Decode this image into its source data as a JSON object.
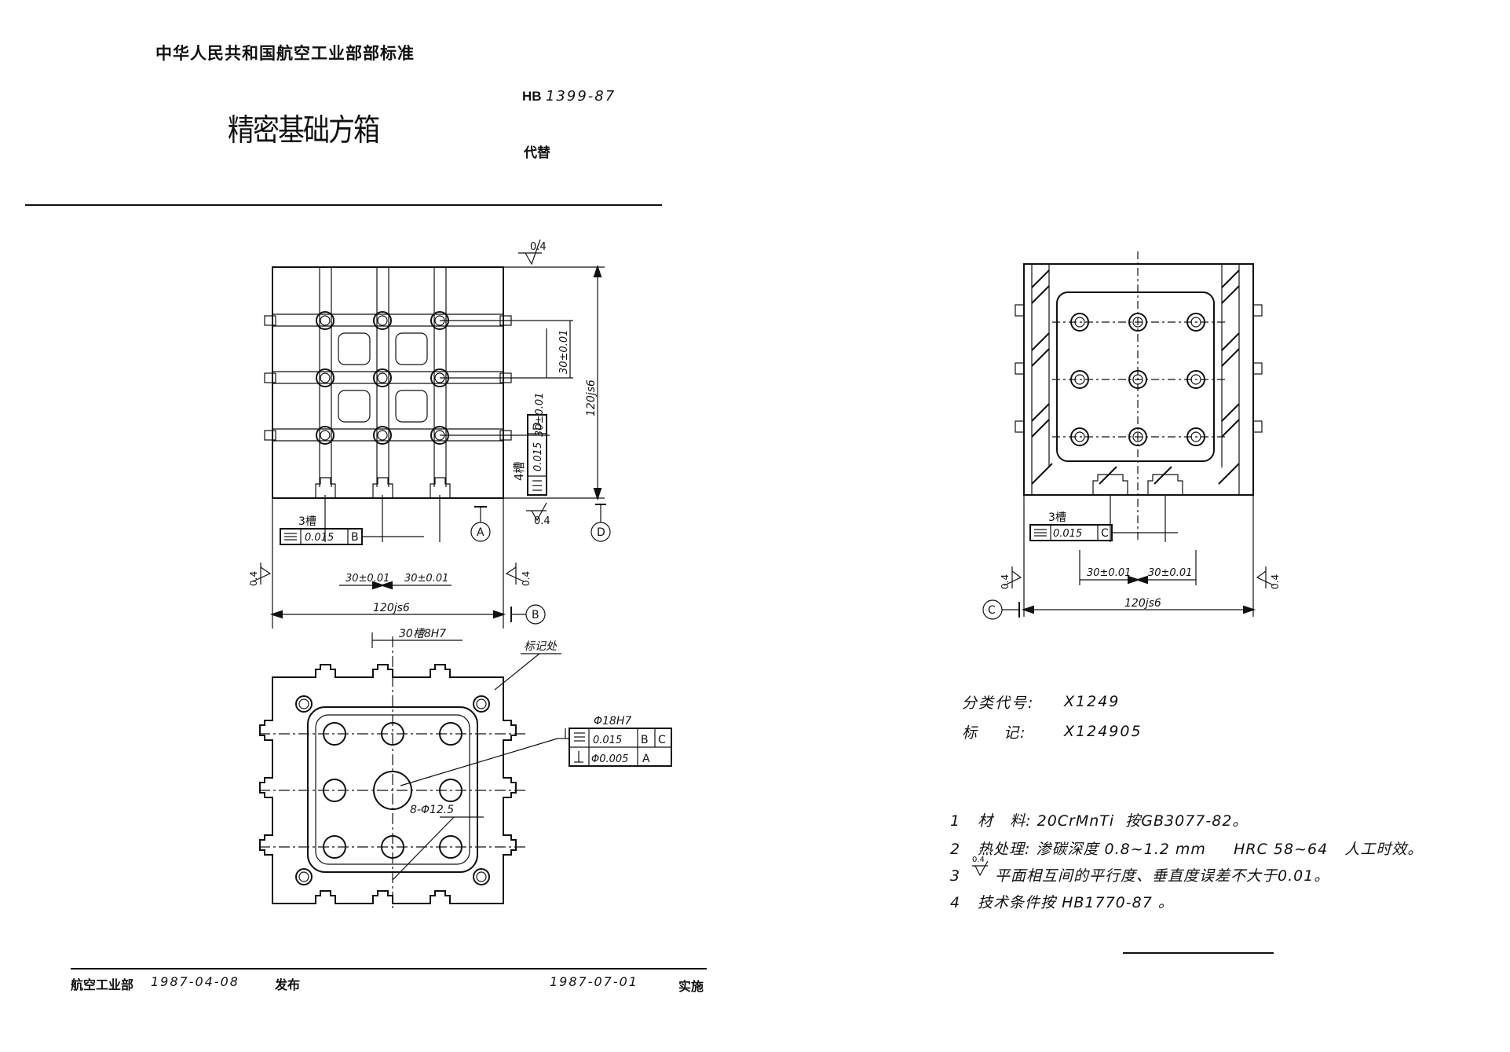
{
  "header": {
    "organization": "中华人民共和国航空工业部部标准",
    "title": "精密基础方箱",
    "code_prefix": "HB",
    "code_number": "1399-87",
    "replaces_label": "代替"
  },
  "drawing_labels": {
    "surface_roughness": "0.4",
    "slot_4": "4槽",
    "slot_3_left": "3槽",
    "slot_3_right": "3槽",
    "tol_flat_1": "0.015",
    "datum_D": "D",
    "datum_B": "B",
    "datum_A": "A",
    "datum_C": "C",
    "dim_30_a": "30±0.01",
    "dim_30_b": "30±0.01",
    "dim_30_c": "30±0.01",
    "dim_30_d": "30±0.01",
    "dim_30_e": "30±0.01",
    "dim_30_f": "30±0.01",
    "dim_120_v": "120js6",
    "dim_120_h": "120js6",
    "dim_120_r": "120js6",
    "slot_spec": "30槽8H7",
    "mark_position": "标记处",
    "hole_spec": "Φ18H7",
    "tol_flat_2": "0.015",
    "tol_perp": "Φ0.005",
    "hole_pattern": "8-Φ12.5",
    "tol_flat_3": "0.015"
  },
  "classification": {
    "code_label": "分类代号:",
    "code_value": "X1249",
    "mark_label": "标    记:",
    "mark_value": "X124905"
  },
  "notes": [
    {
      "num": "1",
      "text": "材   料: 20CrMnTi  按GB3077-82。"
    },
    {
      "num": "2",
      "text": "热处理: 渗碳深度 0.8~1.2 mm     HRC 58~64   人工时效。"
    },
    {
      "num": "3",
      "text": "平面相互间的平行度、垂直度误差不大于0.01。"
    },
    {
      "num": "4",
      "text": "技术条件按 HB1770-87 。"
    }
  ],
  "footer": {
    "issuer": "航空工业部",
    "issue_date": "1987-04-08",
    "issue_label": "发布",
    "effective_date": "1987-07-01",
    "effective_label": "实施"
  }
}
